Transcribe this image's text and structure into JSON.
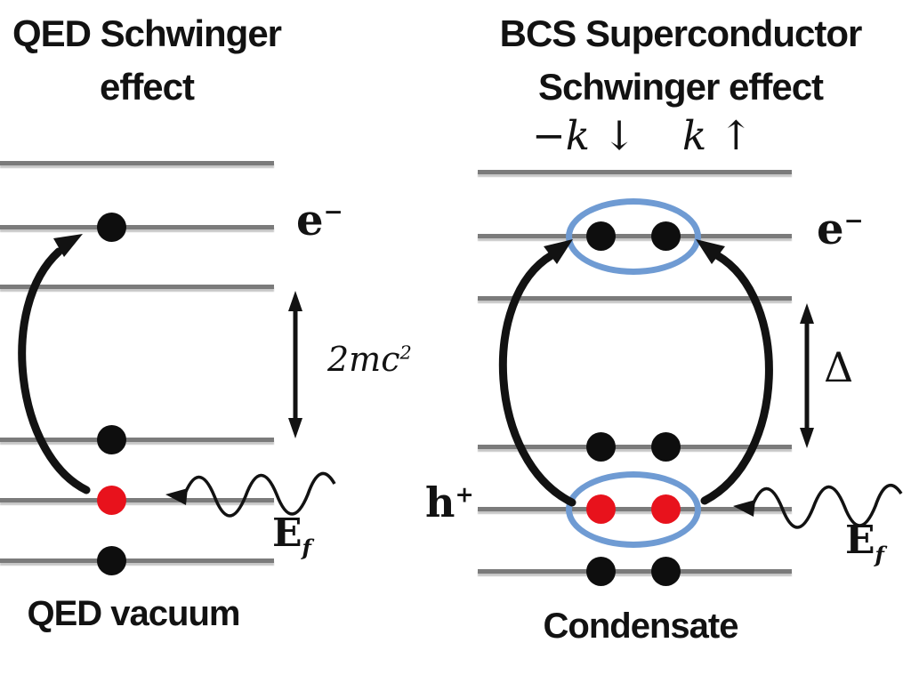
{
  "colors": {
    "ink": "#121212",
    "line-gray": "#7b7b7b",
    "line-gray-light": "#bdbdbd",
    "dot-black": "#0e0e0e",
    "dot-red": "#e8121c",
    "pair-blue": "#6f9bd3"
  },
  "left_panel": {
    "title_line1": "QED Schwinger",
    "title_line2": "effect",
    "caption": "QED vacuum",
    "electron_label": {
      "base": "e",
      "sup": "−"
    },
    "gap_label": {
      "base": "2mc",
      "sup": "2"
    },
    "field_label": {
      "base": "E",
      "sub": "f"
    }
  },
  "right_panel": {
    "title_line1": "BCS Superconductor",
    "title_line2": "Schwinger effect",
    "caption": "Condensate",
    "momentum_label_left": "−k ↓",
    "momentum_label_right": "k ↑",
    "electron_label": {
      "base": "e",
      "sup": "−"
    },
    "hole_label": {
      "base": "h",
      "sup": "+"
    },
    "gap_label": "Δ",
    "field_label": {
      "base": "E",
      "sub": "f"
    }
  }
}
